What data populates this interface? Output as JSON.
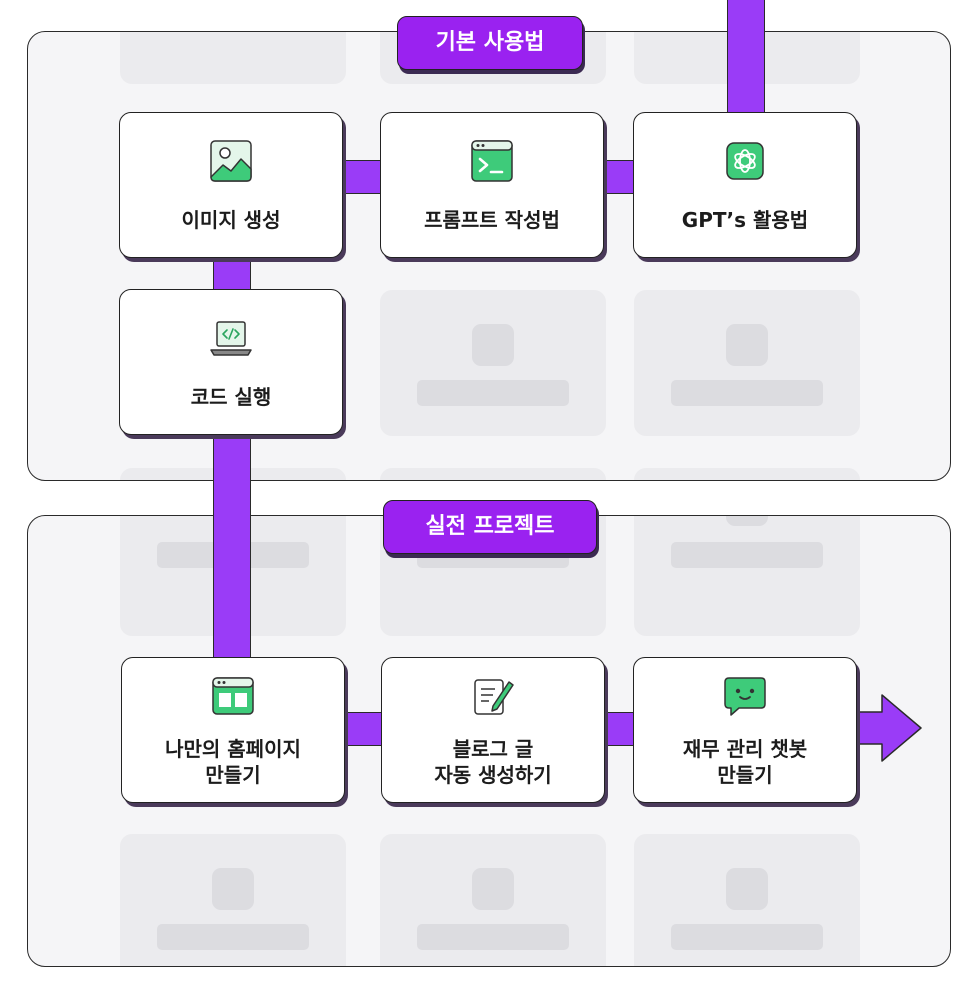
{
  "sections": {
    "basic": {
      "label": "기본 사용법"
    },
    "project": {
      "label": "실전 프로젝트"
    }
  },
  "nodes": {
    "image_gen": {
      "label": "이미지 생성",
      "icon": "image-icon"
    },
    "prompt": {
      "label": "프롬프트 작성법",
      "icon": "terminal-icon"
    },
    "gpts": {
      "label": "GPT’s 활용법",
      "icon": "openai-icon"
    },
    "code": {
      "label": "코드 실행",
      "icon": "laptop-code-icon"
    },
    "homepage": {
      "line1": "나만의 홈페이지",
      "line2": "만들기",
      "icon": "browser-window-icon"
    },
    "blog": {
      "line1": "블로그 글",
      "line2": "자동 생성하기",
      "icon": "edit-note-icon"
    },
    "chatbot": {
      "line1": "재무 관리 챗봇",
      "line2": "만들기",
      "icon": "chat-bubble-icon"
    }
  },
  "colors": {
    "accent": "#9a3cf7",
    "label_bg": "#9a22f0",
    "icon_green": "#3ecb7a",
    "panel_bg": "#f5f5f7"
  }
}
